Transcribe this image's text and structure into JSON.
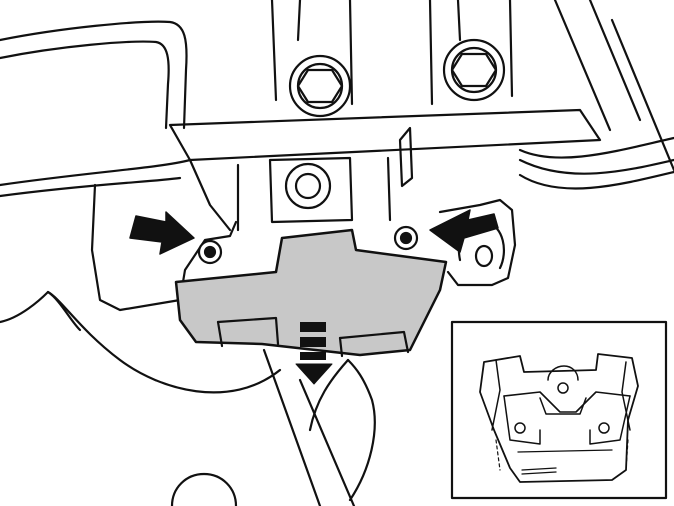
{
  "illustration": {
    "subject": "bracket-removal-service-diagram",
    "callouts": [
      {
        "id": "fastener-left",
        "icon": "arrow-pointing-right"
      },
      {
        "id": "fastener-right",
        "icon": "arrow-pointing-left"
      },
      {
        "id": "pull-direction",
        "icon": "dashed-arrow-pointing-down"
      }
    ],
    "inset": {
      "shows": "component-detail-view"
    },
    "colors": {
      "line": "#111111",
      "background": "#ffffff",
      "highlight_part": "#c8c8c8",
      "arrow_fill": "#111111"
    }
  }
}
